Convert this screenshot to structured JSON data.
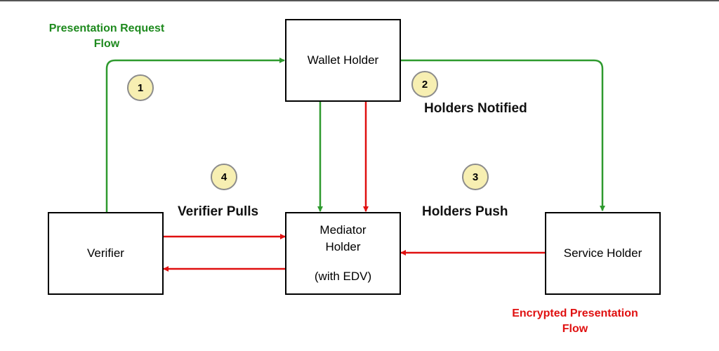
{
  "flows": {
    "presentation_request": {
      "line1": "Presentation Request",
      "line2": "Flow",
      "color": "#1e8a1e"
    },
    "encrypted_presentation": {
      "line1": "Encrypted Presentation",
      "line2": "Flow",
      "color": "#e01010"
    }
  },
  "nodes": {
    "wallet": "Wallet Holder",
    "verifier": "Verifier",
    "mediator": {
      "line1": "Mediator",
      "line2": "Holder",
      "line3": "(with EDV)"
    },
    "service": "Service Holder"
  },
  "steps": [
    {
      "number": "1"
    },
    {
      "number": "2",
      "label": "Holders Notified"
    },
    {
      "number": "3",
      "label": "Holders Push"
    },
    {
      "number": "4",
      "label": "Verifier Pulls"
    }
  ],
  "colors": {
    "green_arrow": "#2e9a2e",
    "red_arrow": "#e01010",
    "badge_fill": "#f7efb2"
  }
}
